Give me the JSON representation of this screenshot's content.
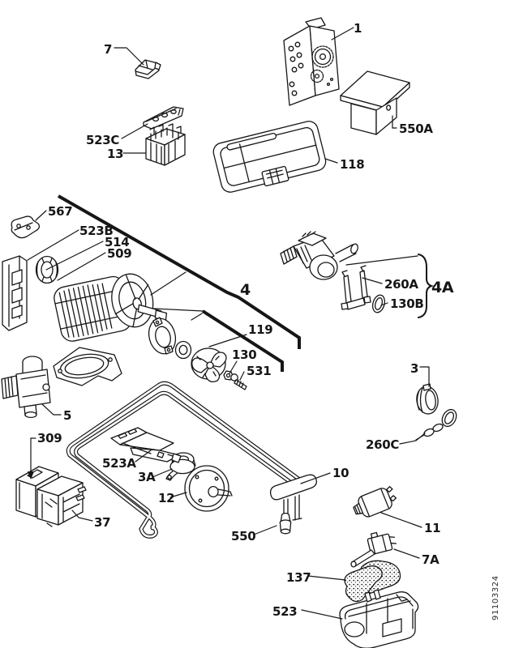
{
  "diagram": {
    "watermark": "91103324",
    "colors": {
      "line": "#161616",
      "background": "#ffffff",
      "watermark": "#2a2a2a"
    },
    "labels": {
      "p7": "7",
      "p1": "1",
      "p523C": "523C",
      "p13": "13",
      "p550A": "550A",
      "p118": "118",
      "p567": "567",
      "p523B": "523B",
      "p514": "514",
      "p509": "509",
      "p4": "4",
      "p260A": "260A",
      "p4A": "4A",
      "p130B": "130B",
      "p3": "3",
      "p119": "119",
      "p130": "130",
      "p531": "531",
      "p5": "5",
      "p260C": "260C",
      "p309": "309",
      "p523A": "523A",
      "p3A": "3A",
      "p12": "12",
      "p10": "10",
      "p37": "37",
      "p550": "550",
      "p11": "11",
      "p7A": "7A",
      "p137": "137",
      "p523": "523"
    }
  }
}
